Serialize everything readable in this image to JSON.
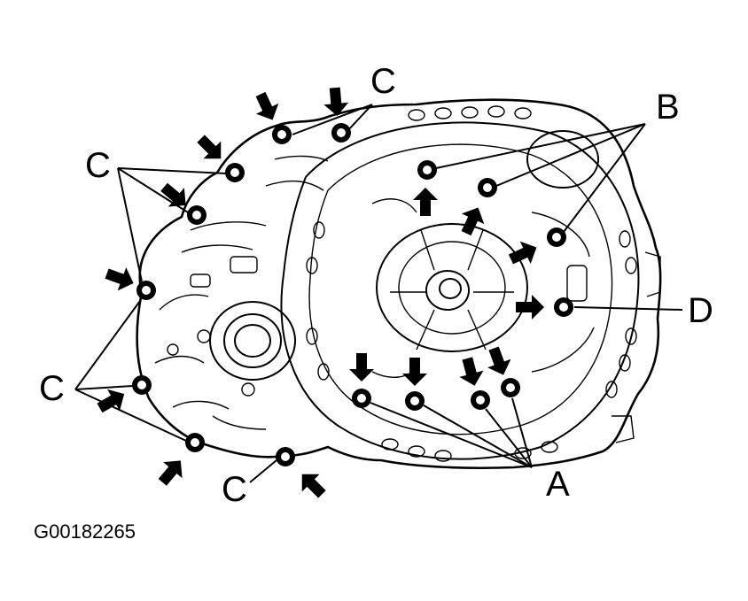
{
  "figure": {
    "code": "G00182265",
    "callouts": {
      "A": "A",
      "B": "B",
      "C": "C",
      "D": "D"
    }
  }
}
